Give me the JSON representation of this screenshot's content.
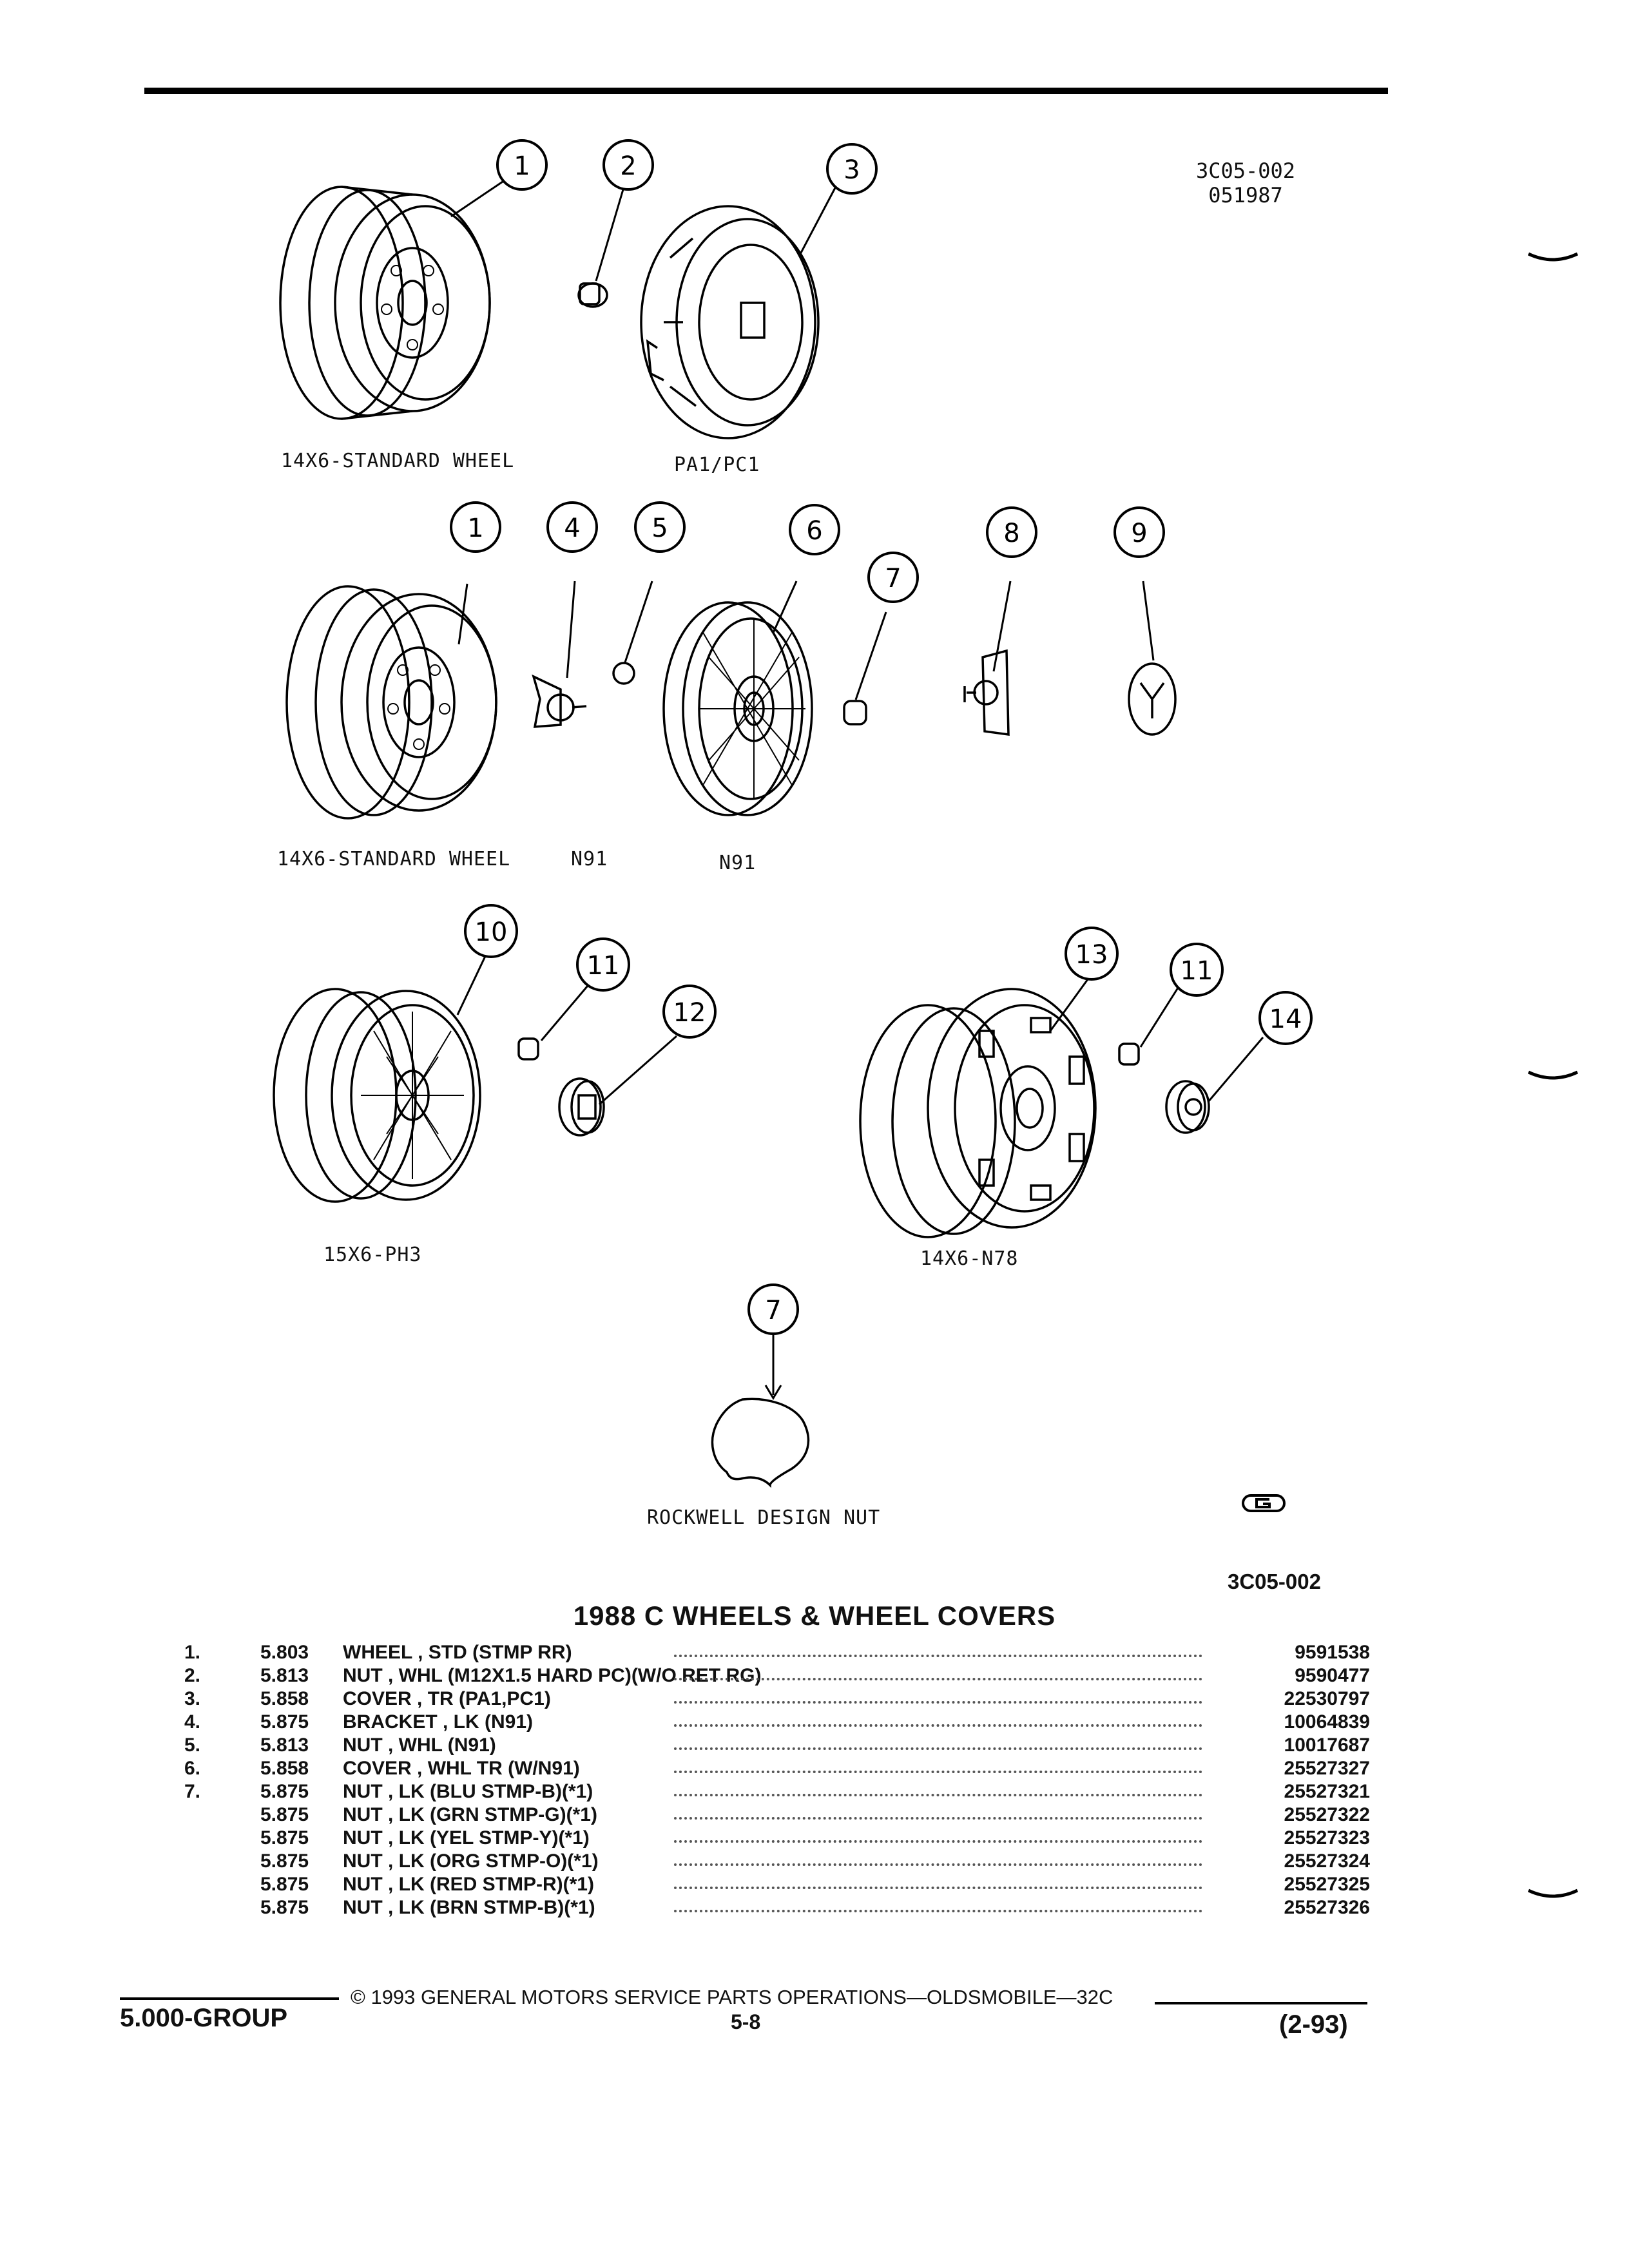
{
  "header": {
    "figure_code": "3C05-002",
    "date_code": "051987"
  },
  "diagram": {
    "callouts": {
      "c1a": "1",
      "c2": "2",
      "c3": "3",
      "c1b": "1",
      "c4": "4",
      "c5": "5",
      "c6": "6",
      "c7a": "7",
      "c8": "8",
      "c9": "9",
      "c10": "10",
      "c11a": "11",
      "c12": "12",
      "c13": "13",
      "c11b": "11",
      "c14": "14",
      "c7b": "7"
    },
    "captions": {
      "row1_wheel": "14X6-STANDARD WHEEL",
      "row1_cover": "PA1/PC1",
      "row2_wheel": "14X6-STANDARD WHEEL",
      "row2_n91a": "N91",
      "row2_n91b": "N91",
      "row3_ph3": "15X6-PH3",
      "row3_n78": "14X6-N78",
      "nut": "ROCKWELL DESIGN NUT"
    },
    "figure_code": "3C05-002"
  },
  "title": "1988 C WHEELS & WHEEL COVERS",
  "parts": [
    {
      "num": "1.",
      "group": "5.803",
      "desc": "WHEEL , STD (STMP RR)",
      "pn": "9591538"
    },
    {
      "num": "2.",
      "group": "5.813",
      "desc": "NUT , WHL (M12X1.5 HARD PC)(W/O RET RG)",
      "pn": "9590477"
    },
    {
      "num": "3.",
      "group": "5.858",
      "desc": "COVER , TR (PA1,PC1)",
      "pn": "22530797"
    },
    {
      "num": "4.",
      "group": "5.875",
      "desc": "BRACKET , LK (N91)",
      "pn": "10064839"
    },
    {
      "num": "5.",
      "group": "5.813",
      "desc": "NUT , WHL (N91)",
      "pn": "10017687"
    },
    {
      "num": "6.",
      "group": "5.858",
      "desc": "COVER , WHL TR (W/N91)",
      "pn": "25527327"
    },
    {
      "num": "7.",
      "group": "5.875",
      "desc": "NUT , LK (BLU STMP-B)(*1)",
      "pn": "25527321"
    },
    {
      "num": "",
      "group": "5.875",
      "desc": "NUT , LK (GRN STMP-G)(*1)",
      "pn": "25527322"
    },
    {
      "num": "",
      "group": "5.875",
      "desc": "NUT , LK (YEL STMP-Y)(*1)",
      "pn": "25527323"
    },
    {
      "num": "",
      "group": "5.875",
      "desc": "NUT , LK (ORG STMP-O)(*1)",
      "pn": "25527324"
    },
    {
      "num": "",
      "group": "5.875",
      "desc": "NUT , LK (RED STMP-R)(*1)",
      "pn": "25527325"
    },
    {
      "num": "",
      "group": "5.875",
      "desc": "NUT , LK (BRN STMP-B)(*1)",
      "pn": "25527326"
    }
  ],
  "footer": {
    "copyright": "© 1993 GENERAL MOTORS SERVICE PARTS OPERATIONS—OLDSMOBILE—32C",
    "group": "5.000-GROUP",
    "page": "5-8",
    "revision": "(2-93)"
  }
}
